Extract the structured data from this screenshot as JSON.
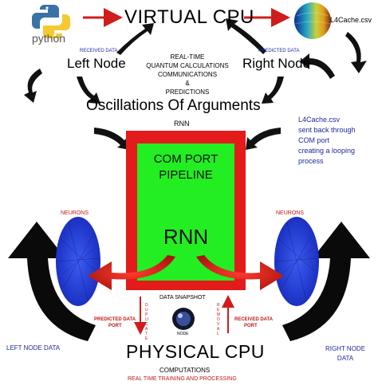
{
  "top": {
    "python_label": "python",
    "virtual_cpu": "VIRTUAL CPU",
    "l4cache_label": "L4Cache.csv"
  },
  "nodes": {
    "left_small": "RECEIVED DATA",
    "left_label": "Left Node",
    "right_small": "PREDICTED DATA",
    "right_label": "Right Node"
  },
  "center_text": {
    "line1": "REAL-TIME",
    "line2": "QUANTUM CALCULATIONS",
    "line3": "COMMUNICATIONS",
    "line4": "&",
    "line5": "PREDICTIONS"
  },
  "oscillations": "Oscillations Of Arguments",
  "rnn_top_label": "RNN",
  "side_note": {
    "line1": "L4Cache.csv",
    "line2": "sent back through",
    "line3": "COM port",
    "line4": "creating a looping",
    "line5": "process"
  },
  "pipeline": {
    "line1": "COM PORT",
    "line2": "PIPELINE",
    "center": "RNN"
  },
  "neurons": {
    "left": "NEURONS",
    "right": "NEURONS"
  },
  "bottom": {
    "data_snapshot": "DATA SNAPSHOT",
    "duplicate": "DUPLICATE",
    "removal": "REMOVAL",
    "node": "NODE",
    "predicted_port_1": "PREDICTED DATA",
    "predicted_port_2": "PORT",
    "received_port_1": "RECEIVED DATA",
    "received_port_2": "PORT",
    "physical_cpu": "PHYSICAL CPU",
    "computations": "COMPUTATIONS",
    "realtime": "REAL TIME TRAINING AND PROCESSING",
    "left_node_data": "LEFT NODE DATA",
    "right_node_data_1": "RIGHT NODE",
    "right_node_data_2": "DATA"
  },
  "colors": {
    "red": "#e31b1b",
    "green": "#22ee22",
    "neuron_blue": "#1e3cd6",
    "text_blue": "#1a2b9c"
  }
}
